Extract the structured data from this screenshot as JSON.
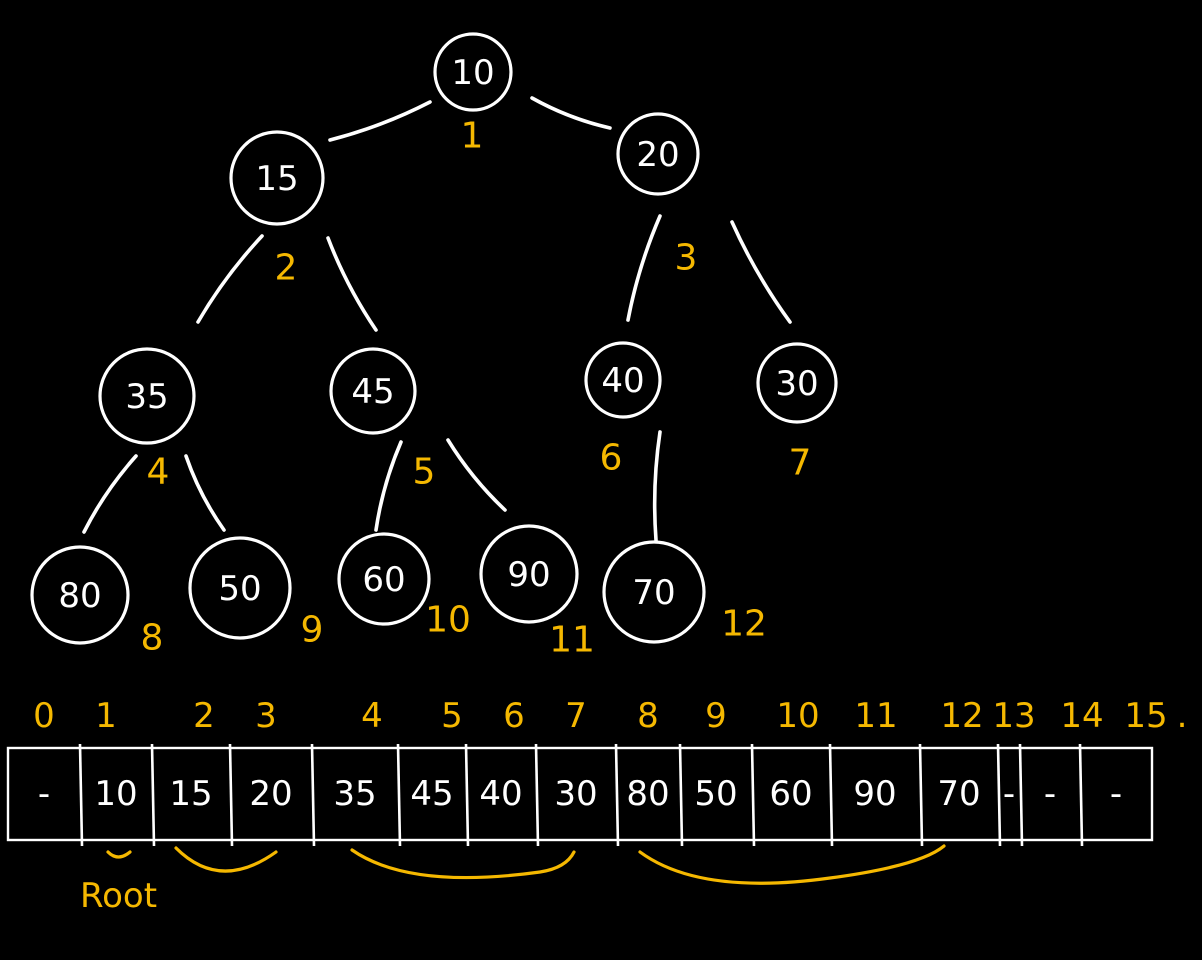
{
  "tree": {
    "nodes": [
      {
        "id": 1,
        "value": "10",
        "label": "1"
      },
      {
        "id": 2,
        "value": "15",
        "label": "2"
      },
      {
        "id": 3,
        "value": "20",
        "label": "3"
      },
      {
        "id": 4,
        "value": "35",
        "label": "4"
      },
      {
        "id": 5,
        "value": "45",
        "label": "5"
      },
      {
        "id": 6,
        "value": "40",
        "label": "6"
      },
      {
        "id": 7,
        "value": "30",
        "label": "7"
      },
      {
        "id": 8,
        "value": "80",
        "label": "8"
      },
      {
        "id": 9,
        "value": "50",
        "label": "9"
      },
      {
        "id": 10,
        "value": "60",
        "label": "10"
      },
      {
        "id": 11,
        "value": "90",
        "label": "11"
      },
      {
        "id": 12,
        "value": "70",
        "label": "12"
      }
    ]
  },
  "array": {
    "indices": [
      "0",
      "1",
      "2",
      "3",
      "4",
      "5",
      "6",
      "7",
      "8",
      "9",
      "10",
      "11",
      "12",
      "13",
      "14",
      "15",
      "."
    ],
    "cells": [
      "-",
      "10",
      "15",
      "20",
      "35",
      "45",
      "40",
      "30",
      "80",
      "50",
      "60",
      "90",
      "70",
      "-",
      "-",
      "-"
    ],
    "root_label": "Root"
  },
  "colors": {
    "background": "#000000",
    "ink": "#ffffff",
    "annotation": "#f5b800"
  }
}
